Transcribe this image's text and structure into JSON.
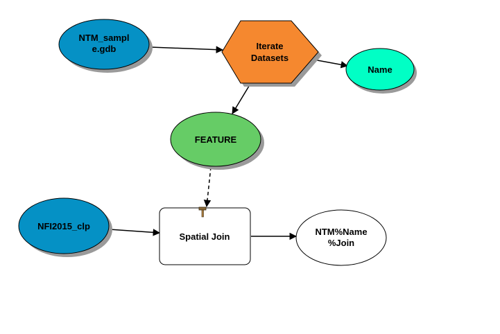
{
  "diagram": {
    "nodes": {
      "ntm_sample": {
        "lines": [
          "NTM_sampl",
          "e.gdb"
        ],
        "shape": "ellipse",
        "fill": "#0591c5"
      },
      "iterate": {
        "lines": [
          "Iterate",
          "Datasets"
        ],
        "shape": "hexagon",
        "fill": "#f5882f"
      },
      "name": {
        "lines": [
          "Name"
        ],
        "shape": "ellipse",
        "fill": "#01ffc5"
      },
      "feature": {
        "lines": [
          "FEATURE"
        ],
        "shape": "ellipse",
        "fill": "#66cc66"
      },
      "nfi": {
        "lines": [
          "NFI2015_clp"
        ],
        "shape": "ellipse",
        "fill": "#0591c5"
      },
      "spatial_join": {
        "lines": [
          "Spatial Join"
        ],
        "shape": "rounded-rect",
        "fill": "#ffffff",
        "icon": "hammer-icon"
      },
      "output": {
        "lines": [
          "NTM%Name",
          "%Join"
        ],
        "shape": "ellipse",
        "fill": "#ffffff"
      }
    },
    "edges": [
      {
        "from": "ntm_sample",
        "to": "iterate",
        "style": "solid"
      },
      {
        "from": "iterate",
        "to": "name",
        "style": "solid"
      },
      {
        "from": "iterate",
        "to": "feature",
        "style": "solid"
      },
      {
        "from": "feature",
        "to": "spatial_join",
        "style": "dashed"
      },
      {
        "from": "nfi",
        "to": "spatial_join",
        "style": "solid"
      },
      {
        "from": "spatial_join",
        "to": "output",
        "style": "solid"
      }
    ],
    "shadow_color": "#9a9a9a",
    "stroke_color": "#000000"
  }
}
